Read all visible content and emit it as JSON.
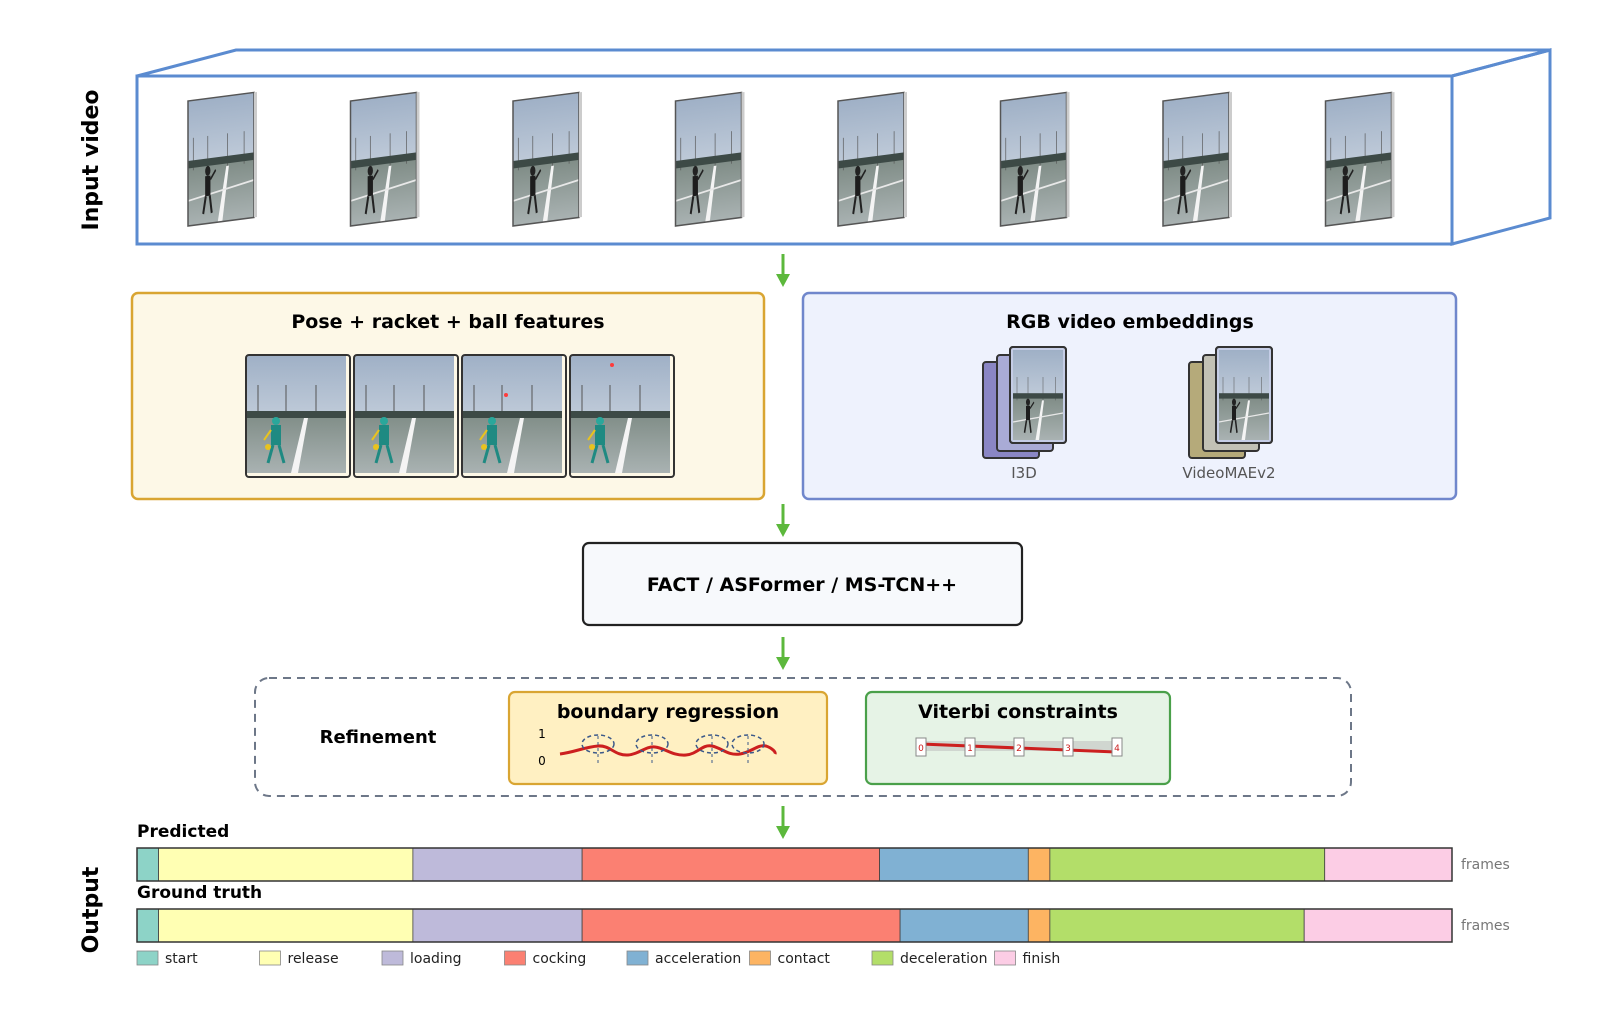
{
  "sections": {
    "input_label": "Input video",
    "output_label": "Output"
  },
  "features": {
    "pose_title": "Pose + racket + ball features",
    "rgb_title": "RGB video embeddings",
    "i3d_label": "I3D",
    "videomae_label": "VideoMAEv2"
  },
  "model": {
    "title": "FACT / ASFormer / MS-TCN++"
  },
  "refinement": {
    "label": "Refinement",
    "boundary_title": "boundary regression",
    "boundary_tick_1": "1",
    "boundary_tick_0": "0",
    "viterbi_title": "Viterbi constraints",
    "viterbi_states": [
      "0",
      "1",
      "2",
      "3",
      "4"
    ]
  },
  "output": {
    "predicted_label": "Predicted",
    "ground_truth_label": "Ground truth",
    "axis_label": "frames",
    "predicted_segments": [
      {
        "phase": "start",
        "fraction": 0.0164
      },
      {
        "phase": "release",
        "fraction": 0.1934
      },
      {
        "phase": "loading",
        "fraction": 0.1287
      },
      {
        "phase": "cocking",
        "fraction": 0.2262
      },
      {
        "phase": "acceleration",
        "fraction": 0.1131
      },
      {
        "phase": "contact",
        "fraction": 0.0164
      },
      {
        "phase": "deceleration",
        "fraction": 0.209
      },
      {
        "phase": "finish",
        "fraction": 0.0968
      }
    ],
    "ground_truth_segments": [
      {
        "phase": "start",
        "fraction": 0.0164
      },
      {
        "phase": "release",
        "fraction": 0.1934
      },
      {
        "phase": "loading",
        "fraction": 0.1287
      },
      {
        "phase": "cocking",
        "fraction": 0.2418
      },
      {
        "phase": "acceleration",
        "fraction": 0.0975
      },
      {
        "phase": "contact",
        "fraction": 0.0164
      },
      {
        "phase": "deceleration",
        "fraction": 0.1934
      },
      {
        "phase": "finish",
        "fraction": 0.1124
      }
    ]
  },
  "legend": [
    {
      "name": "start",
      "color": "#8dd3c7"
    },
    {
      "name": "release",
      "color": "#ffffb3"
    },
    {
      "name": "loading",
      "color": "#bebada"
    },
    {
      "name": "cocking",
      "color": "#fb8072"
    },
    {
      "name": "acceleration",
      "color": "#80b1d3"
    },
    {
      "name": "contact",
      "color": "#fdb462"
    },
    {
      "name": "deceleration",
      "color": "#b3de69"
    },
    {
      "name": "finish",
      "color": "#fccde5"
    }
  ],
  "colors": {
    "video_box": "#5b8bd0",
    "arrow": "#5cb83c",
    "pose_border": "#d9a532",
    "pose_fill": "#fdf8e7",
    "rgb_border": "#7087cc",
    "rgb_fill": "#eef2fd",
    "boundary_fill": "#fff0c2",
    "viterbi_border": "#4aa04a",
    "viterbi_fill": "#e6f3e6",
    "curve": "#cc1f1f"
  },
  "icons": {
    "video_frame": "tennis-serve-frame-icon",
    "embedding_stack": "frame-stack-icon",
    "flow_arrow": "down-arrow-icon"
  }
}
